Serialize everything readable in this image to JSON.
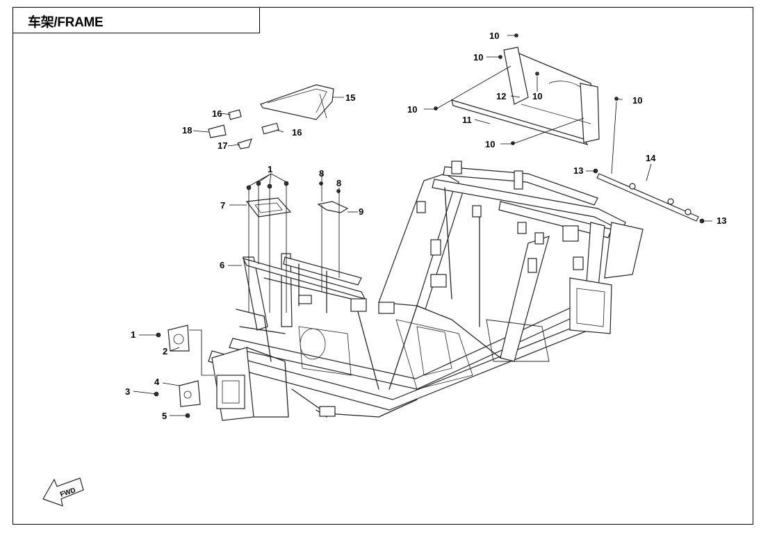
{
  "title": "车架/FRAME",
  "direction_label": "FWD",
  "callouts": {
    "c1a": "1",
    "c1b": "1",
    "c2": "2",
    "c3": "3",
    "c4": "4",
    "c5": "5",
    "c6": "6",
    "c7": "7",
    "c8a": "8",
    "c8b": "8",
    "c9": "9",
    "c10a": "10",
    "c10b": "10",
    "c10c": "10",
    "c10d": "10",
    "c10e": "10",
    "c10f": "10",
    "c11": "11",
    "c12": "12",
    "c13a": "13",
    "c13b": "13",
    "c14": "14",
    "c15": "15",
    "c16a": "16",
    "c16b": "16",
    "c17": "17",
    "c18": "18"
  }
}
